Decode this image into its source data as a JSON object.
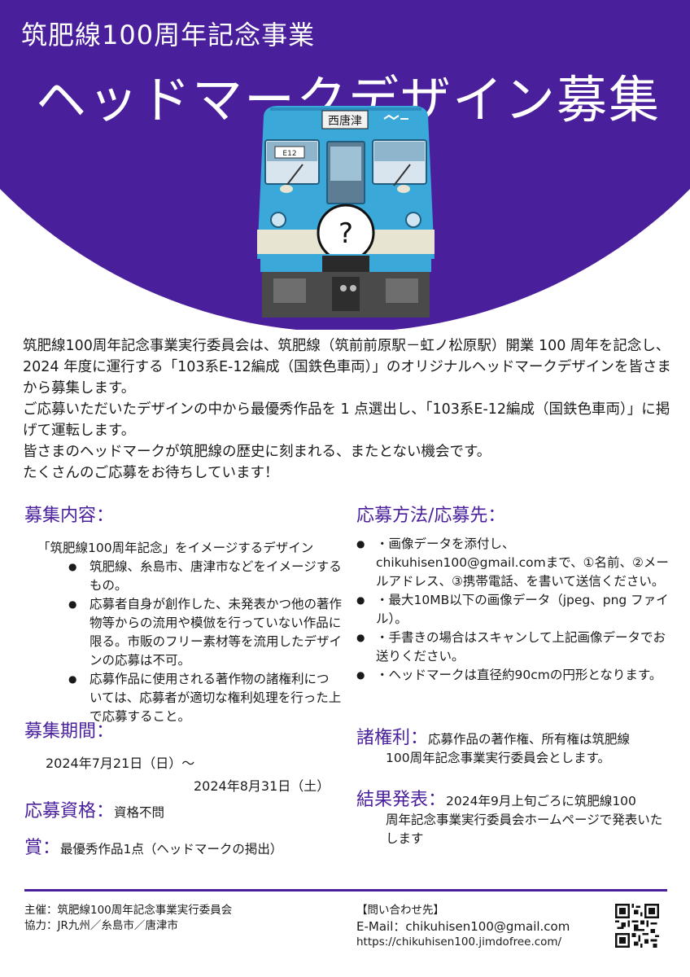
{
  "header": {
    "subtitle": "筑肥線100周年記念事業",
    "title": "ヘッドマークデザイン募集",
    "train_destination": "西唐津",
    "headmark_symbol": "?",
    "train_car_number": "E12",
    "colors": {
      "purple": "#4a1f9c",
      "train_blue": "#3aa9d9",
      "train_cream": "#e8e4d2"
    }
  },
  "intro": {
    "lines": [
      "筑肥線100周年記念事業実行委員会は、筑肥線（筑前前原駅－虹ノ松原駅）開業 100 周年を記念し、2024 年度に運行する「103系E-12編成（国鉄色車両）」のオリジナルヘッドマークデザインを皆さまから募集します。",
      "ご応募いただいたデザインの中から最優秀作品を 1 点選出し、「103系E-12編成（国鉄色車両）」に掲げて運転します。",
      "皆さまのヘッドマークが筑肥線の歴史に刻まれる、またとない機会です。",
      "たくさんのご応募をお待ちしています！"
    ]
  },
  "requirements": {
    "heading": "募集内容：",
    "lead": "「筑肥線100周年記念」をイメージするデザイン",
    "items": [
      "筑肥線、糸島市、唐津市などをイメージするもの。",
      "応募者自身が創作した、未発表かつ他の著作物等からの流用や模倣を行っていない作品に限る。市販のフリー素材等を流用したデザインの応募は不可。",
      "応募作品に使用される著作物の諸権利については、応募者が適切な権利処理を行った上で応募すること。"
    ]
  },
  "method": {
    "heading": "応募方法/応募先：",
    "items": [
      "・画像データを添付し、chikuhisen100@gmail.comまで、①名前、②メールアドレス、③携帯電話、を書いて送信ください。",
      "・最大10MB以下の画像データ（jpeg、png ファイル）。",
      "・手書きの場合はスキャンして上記画像データでお送りください。",
      "・ヘッドマークは直径約90cmの円形となります。"
    ]
  },
  "period": {
    "heading": "募集期間：",
    "start": "2024年7月21日（日）～",
    "end": "2024年8月31日（土）"
  },
  "qualification": {
    "heading": "応募資格：",
    "text": "資格不問"
  },
  "prize": {
    "heading": "賞：",
    "text": "最優秀作品1点（ヘッドマークの掲出）"
  },
  "rights": {
    "heading": "諸権利：",
    "text_first": "応募作品の著作権、所有権は筑肥線",
    "text_rest": "100周年記念事業実行委員会とします。"
  },
  "results": {
    "heading": "結果発表：",
    "text_first": "2024年9月上旬ごろに筑肥線100",
    "text_rest": "周年記念事業実行委員会ホームページで発表いたします"
  },
  "footer": {
    "organizer": "主催：筑肥線100周年記念事業実行委員会",
    "cooperation": "協力：JR九州／糸島市／唐津市",
    "contact_heading": "【問い合わせ先】",
    "email": "E-Mail：chikuhisen100@gmail.com",
    "url": "https://chikuhisen100.jimdofree.com/"
  }
}
